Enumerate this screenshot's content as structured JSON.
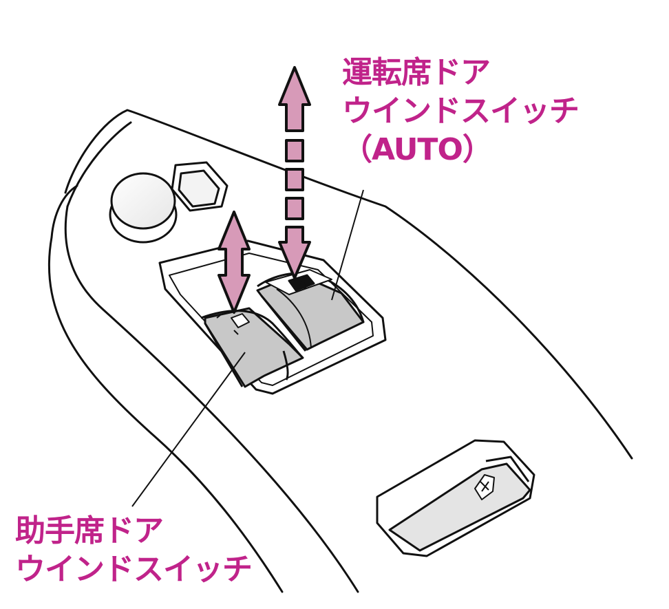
{
  "labels": {
    "driver_switch": {
      "line1": "運転席ドア",
      "line2": "ウインドスイッチ",
      "line3": "（AUTO）"
    },
    "passenger_switch": {
      "line1": "助手席ドア",
      "line2": "ウインドスイッチ"
    }
  },
  "colors": {
    "label_text": "#c0238a",
    "arrow_fill": "#d79ab8",
    "switch_fill": "#c8c8c8",
    "line": "#111111"
  },
  "icons": [
    "window-switch-icon",
    "auto-window-switch-icon",
    "window-lock-icon",
    "mirror-knob"
  ]
}
